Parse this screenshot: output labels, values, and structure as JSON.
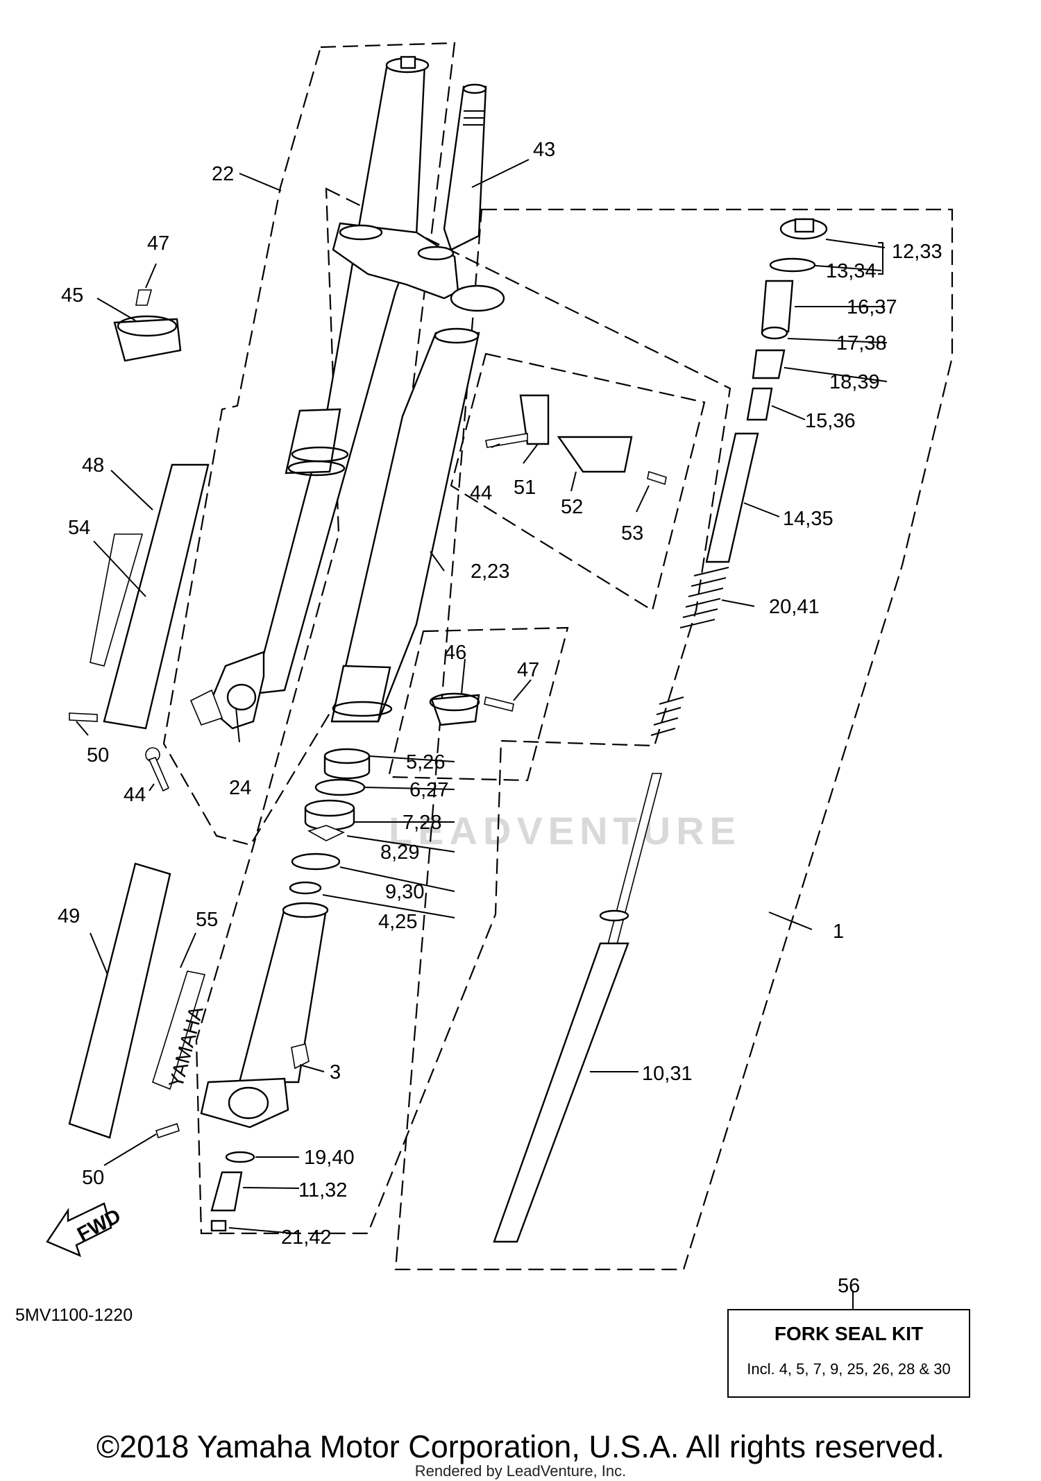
{
  "diagram": {
    "ref_code": "5MV1100-1220",
    "fwd_label": "FWD",
    "brand_text": "YAMAHA",
    "watermark": "LEADVENTURE",
    "labels": [
      {
        "id": "22",
        "text": "22"
      },
      {
        "id": "43",
        "text": "43"
      },
      {
        "id": "47a",
        "text": "47"
      },
      {
        "id": "45",
        "text": "45"
      },
      {
        "id": "12_33",
        "text": "12,33"
      },
      {
        "id": "13_34",
        "text": "13,34"
      },
      {
        "id": "16_37",
        "text": "16,37"
      },
      {
        "id": "17_38",
        "text": "17,38"
      },
      {
        "id": "18_39",
        "text": "18,39"
      },
      {
        "id": "15_36",
        "text": "15,36"
      },
      {
        "id": "48",
        "text": "48"
      },
      {
        "id": "54",
        "text": "54"
      },
      {
        "id": "44a",
        "text": "44"
      },
      {
        "id": "51",
        "text": "51"
      },
      {
        "id": "52",
        "text": "52"
      },
      {
        "id": "53",
        "text": "53"
      },
      {
        "id": "14_35",
        "text": "14,35"
      },
      {
        "id": "2_23",
        "text": "2,23"
      },
      {
        "id": "20_41",
        "text": "20,41"
      },
      {
        "id": "46",
        "text": "46"
      },
      {
        "id": "47b",
        "text": "47"
      },
      {
        "id": "50a",
        "text": "50"
      },
      {
        "id": "44b",
        "text": "44"
      },
      {
        "id": "24",
        "text": "24"
      },
      {
        "id": "5_26",
        "text": "5,26"
      },
      {
        "id": "6_27",
        "text": "6,27"
      },
      {
        "id": "7_28",
        "text": "7,28"
      },
      {
        "id": "8_29",
        "text": "8,29"
      },
      {
        "id": "9_30",
        "text": "9,30"
      },
      {
        "id": "4_25",
        "text": "4,25"
      },
      {
        "id": "49",
        "text": "49"
      },
      {
        "id": "55",
        "text": "55"
      },
      {
        "id": "1",
        "text": "1"
      },
      {
        "id": "3",
        "text": "3"
      },
      {
        "id": "10_31",
        "text": "10,31"
      },
      {
        "id": "50b",
        "text": "50"
      },
      {
        "id": "19_40",
        "text": "19,40"
      },
      {
        "id": "11_32",
        "text": "11,32"
      },
      {
        "id": "21_42",
        "text": "21,42"
      }
    ]
  },
  "kit": {
    "number": "56",
    "title": "FORK SEAL KIT",
    "includes": "Incl. 4, 5, 7, 9, 25, 26, 28 & 30"
  },
  "footer": {
    "copyright": "©2018 Yamaha Motor Corporation, U.S.A. All rights reserved.",
    "rendered_by": "Rendered by LeadVenture, Inc."
  }
}
